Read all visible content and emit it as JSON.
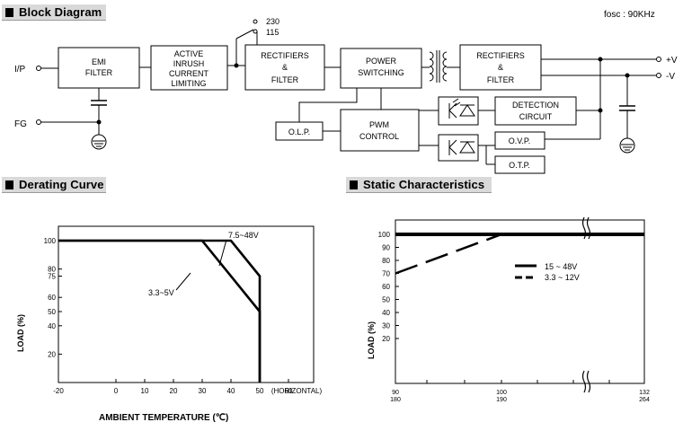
{
  "sections": {
    "block_diagram": "Block Diagram",
    "derating_curve": "Derating Curve",
    "static_characteristics": "Static Characteristics"
  },
  "fosc": "fosc : 90KHz",
  "block": {
    "ip": "I/P",
    "fg": "FG",
    "emi": [
      "EMI",
      "FILTER"
    ],
    "inrush": [
      "ACTIVE",
      "INRUSH",
      "CURRENT",
      "LIMITING"
    ],
    "v230": "230",
    "v115": "115",
    "rect1": [
      "RECTIFIERS",
      "&",
      "FILTER"
    ],
    "power_sw": [
      "POWER",
      "SWITCHING"
    ],
    "rect2": [
      "RECTIFIERS",
      "&",
      "FILTER"
    ],
    "detection": [
      "DETECTION",
      "CIRCUIT"
    ],
    "olp": "O.L.P.",
    "pwm": [
      "PWM",
      "CONTROL"
    ],
    "ovp": "O.V.P.",
    "otp": "O.T.P.",
    "vplus": "+V",
    "vminus": "-V"
  },
  "chart_data": [
    {
      "type": "line",
      "title": "Derating Curve",
      "xlabel": "AMBIENT TEMPERATURE (℃)",
      "ylabel": "LOAD (%)",
      "x_ticks": [
        "-20",
        "0",
        "10",
        "20",
        "30",
        "40",
        "50",
        "60",
        "(HORIZONTAL)"
      ],
      "y_ticks": [
        "100",
        "80",
        "75",
        "60",
        "50",
        "40",
        "20"
      ],
      "series": [
        {
          "name": "7.5~48V",
          "points": [
            [
              -20,
              100
            ],
            [
              40,
              100
            ],
            [
              50,
              75
            ],
            [
              50,
              0
            ]
          ]
        },
        {
          "name": "3.3~5V",
          "points": [
            [
              -20,
              100
            ],
            [
              30,
              100
            ],
            [
              50,
              50
            ],
            [
              50,
              0
            ]
          ]
        }
      ]
    },
    {
      "type": "line",
      "title": "Static Characteristics",
      "xlabel": "",
      "ylabel": "LOAD (%)",
      "x_ticks": [
        [
          "90",
          "180"
        ],
        [
          "100",
          "190"
        ],
        [
          "132",
          "264"
        ]
      ],
      "y_ticks": [
        "100",
        "90",
        "80",
        "70",
        "60",
        "50",
        "40",
        "30",
        "20"
      ],
      "series": [
        {
          "name": "15 ~ 48V",
          "style": "solid",
          "points": [
            [
              90,
              100
            ],
            [
              132,
              100
            ]
          ]
        },
        {
          "name": "3.3 ~ 12V",
          "style": "dashed",
          "points": [
            [
              90,
              70
            ],
            [
              100,
              100
            ],
            [
              132,
              100
            ]
          ]
        }
      ]
    }
  ]
}
